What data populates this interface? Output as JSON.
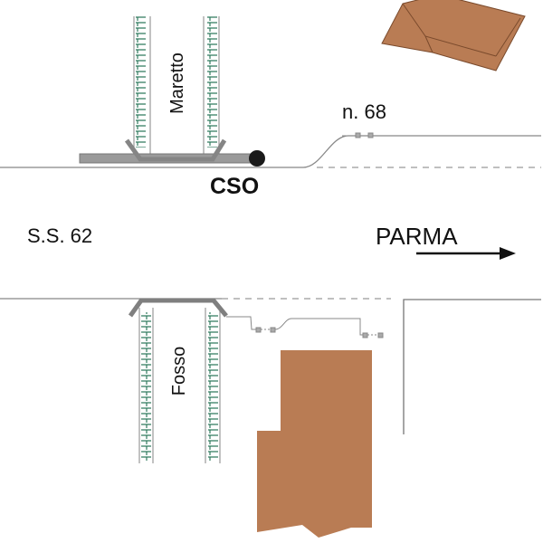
{
  "labels": {
    "maretto": "Maretto",
    "cso": "CSO",
    "house_number": "n. 68",
    "road": "S.S. 62",
    "direction": "PARMA",
    "fosso": "Fosso"
  },
  "colors": {
    "building": "#b97c54",
    "building_edge": "#7a4a2c",
    "vegetation": "#2f7a5e",
    "structure": "#8a8a8a",
    "line": "#777777"
  }
}
